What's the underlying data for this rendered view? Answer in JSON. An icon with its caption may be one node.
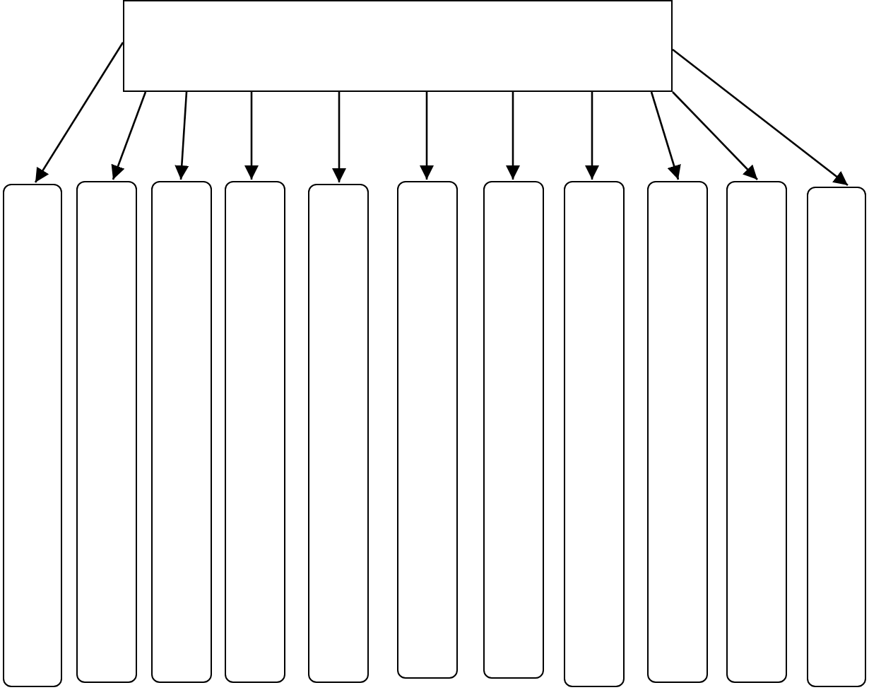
{
  "diagram": {
    "nodes": [
      {
        "text": [],
        "shape": "box"
      },
      {
        "text": [],
        "shape": "box"
      },
      {
        "text": [],
        "shape": "box"
      },
      {
        "text": [],
        "shape": "box"
      },
      {
        "text": [],
        "shape": "box"
      },
      {
        "text": [],
        "shape": "box"
      },
      {
        "text": [],
        "shape": "box"
      },
      {
        "text": [],
        "shape": "box"
      },
      {
        "text": [],
        "shape": "box"
      },
      {
        "text": [],
        "shape": "box"
      },
      {
        "text": [],
        "shape": "box"
      },
      {
        "text": [],
        "shape": "box"
      }
    ],
    "edges": [
      {
        "from": 0,
        "to": 1,
        "arrow": "to"
      },
      {
        "from": 0,
        "to": 2,
        "arrow": "to"
      },
      {
        "from": 0,
        "to": 3,
        "arrow": "to"
      },
      {
        "from": 0,
        "to": 4,
        "arrow": "to"
      },
      {
        "from": 0,
        "to": 5,
        "arrow": "to"
      },
      {
        "from": 0,
        "to": 6,
        "arrow": "to"
      },
      {
        "from": 0,
        "to": 7,
        "arrow": "to"
      },
      {
        "from": 0,
        "to": 8,
        "arrow": "to"
      },
      {
        "from": 0,
        "to": 9,
        "arrow": "to"
      },
      {
        "from": 0,
        "to": 10,
        "arrow": "to"
      },
      {
        "from": 0,
        "to": 11,
        "arrow": "to"
      }
    ]
  }
}
